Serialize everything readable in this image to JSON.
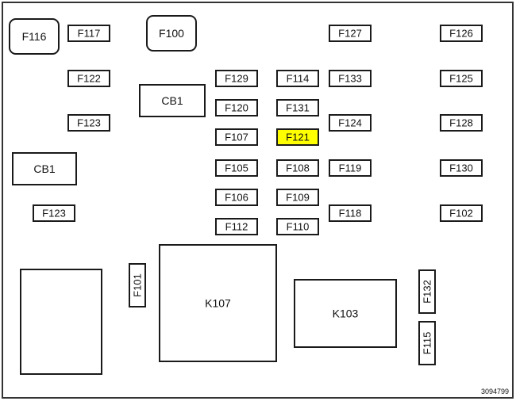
{
  "components": [
    {
      "id": "F116",
      "label": "F116",
      "kind": "maxi-fuse"
    },
    {
      "id": "F117",
      "label": "F117",
      "kind": "fuse"
    },
    {
      "id": "F100",
      "label": "F100",
      "kind": "maxi-fuse"
    },
    {
      "id": "F127",
      "label": "F127",
      "kind": "fuse"
    },
    {
      "id": "F126",
      "label": "F126",
      "kind": "fuse"
    },
    {
      "id": "F122",
      "label": "F122",
      "kind": "fuse"
    },
    {
      "id": "CB1-upper",
      "label": "CB1",
      "kind": "circuit-breaker"
    },
    {
      "id": "F129",
      "label": "F129",
      "kind": "fuse"
    },
    {
      "id": "F114",
      "label": "F114",
      "kind": "fuse"
    },
    {
      "id": "F133",
      "label": "F133",
      "kind": "fuse"
    },
    {
      "id": "F125",
      "label": "F125",
      "kind": "fuse"
    },
    {
      "id": "F120",
      "label": "F120",
      "kind": "fuse"
    },
    {
      "id": "F131",
      "label": "F131",
      "kind": "fuse"
    },
    {
      "id": "F123-upper",
      "label": "F123",
      "kind": "fuse"
    },
    {
      "id": "F124",
      "label": "F124",
      "kind": "fuse"
    },
    {
      "id": "F128",
      "label": "F128",
      "kind": "fuse"
    },
    {
      "id": "F107",
      "label": "F107",
      "kind": "fuse"
    },
    {
      "id": "F121",
      "label": "F121",
      "kind": "fuse",
      "highlighted": true
    },
    {
      "id": "CB1-left",
      "label": "CB1",
      "kind": "circuit-breaker"
    },
    {
      "id": "F105",
      "label": "F105",
      "kind": "fuse"
    },
    {
      "id": "F108",
      "label": "F108",
      "kind": "fuse"
    },
    {
      "id": "F119",
      "label": "F119",
      "kind": "fuse"
    },
    {
      "id": "F130",
      "label": "F130",
      "kind": "fuse"
    },
    {
      "id": "F106",
      "label": "F106",
      "kind": "fuse"
    },
    {
      "id": "F109",
      "label": "F109",
      "kind": "fuse"
    },
    {
      "id": "F123-lower",
      "label": "F123",
      "kind": "fuse"
    },
    {
      "id": "F118",
      "label": "F118",
      "kind": "fuse"
    },
    {
      "id": "F102",
      "label": "F102",
      "kind": "fuse"
    },
    {
      "id": "F112",
      "label": "F112",
      "kind": "fuse"
    },
    {
      "id": "F110",
      "label": "F110",
      "kind": "fuse"
    },
    {
      "id": "blank-block",
      "label": "",
      "kind": "block"
    },
    {
      "id": "F101",
      "label": "F101",
      "kind": "fuse-vertical"
    },
    {
      "id": "K107",
      "label": "K107",
      "kind": "relay"
    },
    {
      "id": "K103",
      "label": "K103",
      "kind": "relay"
    },
    {
      "id": "F132",
      "label": "F132",
      "kind": "fuse-vertical"
    },
    {
      "id": "F115",
      "label": "F115",
      "kind": "fuse-vertical"
    }
  ],
  "highlight_color": "#ffff00",
  "figure_code": "3094799"
}
